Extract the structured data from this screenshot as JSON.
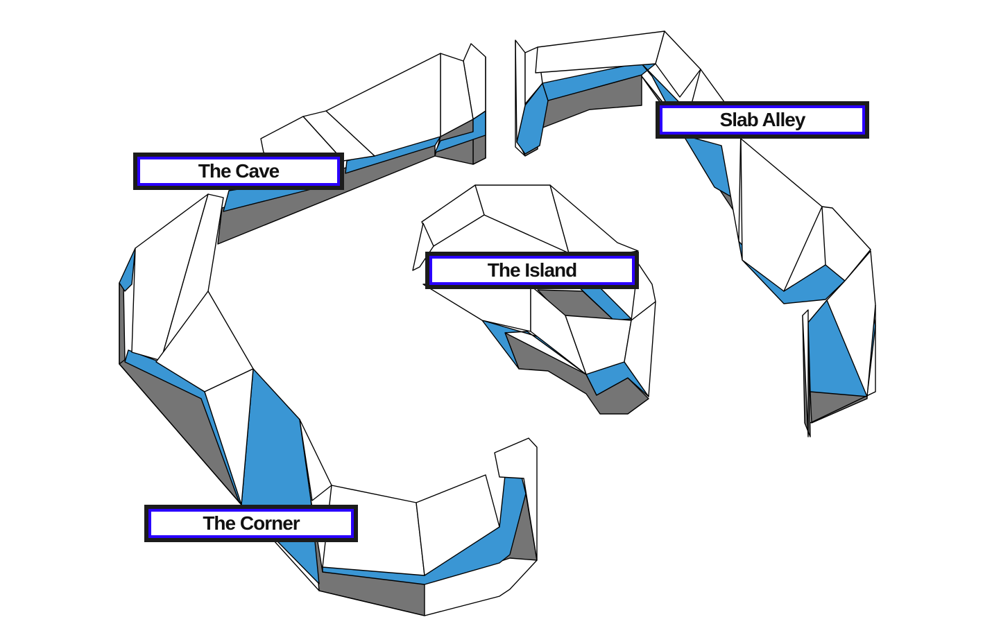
{
  "colors": {
    "wall_top": "#ffffff",
    "wall_blue": "#3a96d4",
    "wall_shadow": "#757575",
    "label_border": "#2a00ff",
    "label_outline": "#1c1c1c"
  },
  "sectors": [
    {
      "id": "cave",
      "name": "The Cave"
    },
    {
      "id": "slab",
      "name": "Slab Alley"
    },
    {
      "id": "island",
      "name": "The Island"
    },
    {
      "id": "corner",
      "name": "The Corner"
    }
  ]
}
